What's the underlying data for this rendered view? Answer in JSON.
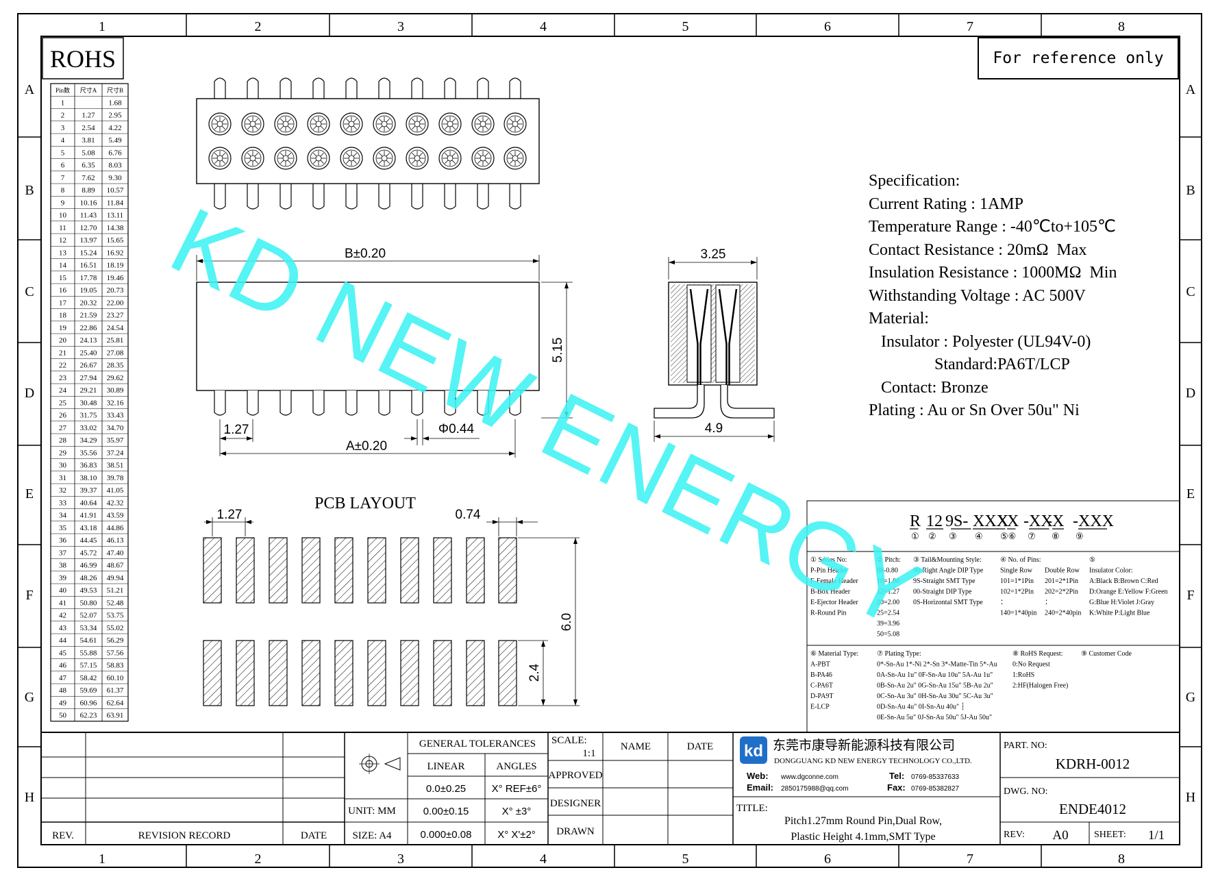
{
  "border": {
    "cols": [
      "1",
      "2",
      "3",
      "4",
      "5",
      "6",
      "7",
      "8"
    ],
    "rows": [
      "A",
      "B",
      "C",
      "D",
      "E",
      "F",
      "G",
      "H"
    ]
  },
  "rohs": "ROHS",
  "reference": "For reference only",
  "watermark": "KD NEW ENERGY",
  "pin_table": {
    "headers": [
      "Pin数",
      "尺寸A",
      "尺寸B"
    ],
    "rows": [
      [
        "1",
        "",
        "1.68"
      ],
      [
        "2",
        "1.27",
        "2.95"
      ],
      [
        "3",
        "2.54",
        "4.22"
      ],
      [
        "4",
        "3.81",
        "5.49"
      ],
      [
        "5",
        "5.08",
        "6.76"
      ],
      [
        "6",
        "6.35",
        "8.03"
      ],
      [
        "7",
        "7.62",
        "9.30"
      ],
      [
        "8",
        "8.89",
        "10.57"
      ],
      [
        "9",
        "10.16",
        "11.84"
      ],
      [
        "10",
        "11.43",
        "13.11"
      ],
      [
        "11",
        "12.70",
        "14.38"
      ],
      [
        "12",
        "13.97",
        "15.65"
      ],
      [
        "13",
        "15.24",
        "16.92"
      ],
      [
        "14",
        "16.51",
        "18.19"
      ],
      [
        "15",
        "17.78",
        "19.46"
      ],
      [
        "16",
        "19.05",
        "20.73"
      ],
      [
        "17",
        "20.32",
        "22.00"
      ],
      [
        "18",
        "21.59",
        "23.27"
      ],
      [
        "19",
        "22.86",
        "24.54"
      ],
      [
        "20",
        "24.13",
        "25.81"
      ],
      [
        "21",
        "25.40",
        "27.08"
      ],
      [
        "22",
        "26.67",
        "28.35"
      ],
      [
        "23",
        "27.94",
        "29.62"
      ],
      [
        "24",
        "29.21",
        "30.89"
      ],
      [
        "25",
        "30.48",
        "32.16"
      ],
      [
        "26",
        "31.75",
        "33.43"
      ],
      [
        "27",
        "33.02",
        "34.70"
      ],
      [
        "28",
        "34.29",
        "35.97"
      ],
      [
        "29",
        "35.56",
        "37.24"
      ],
      [
        "30",
        "36.83",
        "38.51"
      ],
      [
        "31",
        "38.10",
        "39.78"
      ],
      [
        "32",
        "39.37",
        "41.05"
      ],
      [
        "33",
        "40.64",
        "42.32"
      ],
      [
        "34",
        "41.91",
        "43.59"
      ],
      [
        "35",
        "43.18",
        "44.86"
      ],
      [
        "36",
        "44.45",
        "46.13"
      ],
      [
        "37",
        "45.72",
        "47.40"
      ],
      [
        "38",
        "46.99",
        "48.67"
      ],
      [
        "39",
        "48.26",
        "49.94"
      ],
      [
        "40",
        "49.53",
        "51.21"
      ],
      [
        "41",
        "50.80",
        "52.48"
      ],
      [
        "42",
        "52.07",
        "53.75"
      ],
      [
        "43",
        "53.34",
        "55.02"
      ],
      [
        "44",
        "54.61",
        "56.29"
      ],
      [
        "45",
        "55.88",
        "57.56"
      ],
      [
        "46",
        "57.15",
        "58.83"
      ],
      [
        "47",
        "58.42",
        "60.10"
      ],
      [
        "48",
        "59.69",
        "61.37"
      ],
      [
        "49",
        "60.96",
        "62.64"
      ],
      [
        "50",
        "62.23",
        "63.91"
      ]
    ]
  },
  "dims": {
    "b_len": "B±0.20",
    "a_len": "A±0.20",
    "pitch": "1.27",
    "dia": "Φ0.44",
    "height": "5.15",
    "side_w": "3.25",
    "side_foot": "4.9",
    "pcb_title": "PCB LAYOUT",
    "pcb_pitch": "1.27",
    "pcb_w": "0.74",
    "pcb_h": "6.0",
    "pcb_pad": "2.4"
  },
  "spec_lines": [
    "Specification:",
    "Current Rating : 1AMP",
    "Temperature Range : -40℃to+105℃",
    "Contact Resistance : 20mΩ  Max",
    "Insulation Resistance : 1000MΩ  Min",
    "Withstanding Voltage : AC 500V",
    "Material:",
    "   Insulator : Polyester (UL94V-0)",
    "                Standard:PA6T/LCP",
    "   Contact: Bronze",
    "Plating : Au or Sn Over 50u\" Ni"
  ],
  "part_code": {
    "parts": [
      "R",
      "12",
      "9S-",
      "XXX",
      "X",
      "X",
      "-XX",
      "-X",
      "-XXX"
    ],
    "nums": [
      "①",
      "②",
      "③",
      "④",
      "⑤⑥",
      "⑦",
      "⑧",
      "⑨"
    ],
    "col1": [
      "① Series No:",
      "P-Pin Header",
      "F-Female Header",
      "B-Box Header",
      "E-Ejector Header",
      "R-Round Pin"
    ],
    "col2": [
      "② Pitch:",
      "08-0.80",
      "10=1.00",
      "12=1.27",
      "20=2.00",
      "25=2.54",
      "39=3.96",
      "50=5.08"
    ],
    "col3": [
      "③ Tail&Mounting Style:",
      "90-Right Angle DIP Type",
      "9S-Straight SMT Type",
      "00-Straight DIP Type",
      "0S-Horizontal SMT Type"
    ],
    "col4a": [
      "④ No. of Pins:",
      "Single Row",
      "101=1*1Pin",
      "102=1*2Pin",
      "：",
      "140=1*40pin"
    ],
    "col4b": [
      "",
      "Double Row",
      "201=2*1Pin",
      "202=2*2Pin",
      "：",
      "240=2*40pin"
    ],
    "col5": [
      "⑤",
      "Insulator Color:",
      "A:Black  B:Brown  C:Red",
      "D:Orange E:Yellow F:Green",
      "G:Blue   H:Violet J:Gray",
      "K:White  P:Light Blue"
    ],
    "col6": [
      "⑥ Material Type:",
      "A-PBT",
      "B-PA46",
      "C-PA6T",
      "D-PA9T",
      "E-LCP"
    ],
    "col7": [
      "⑦ Plating Type:",
      "0*-Sn-Au 1*-Ni 2*-Sn 3*-Matte-Tin 5*-Au",
      "0A-Sn-Au 1u\" 0F-Sn-Au 10u\" 5A-Au 1u\"",
      "0B-Sn-Au 2u\" 0G-Sn-Au 15u\" 5B-Au 2u\"",
      "0C-Sn-Au 3u\" 0H-Sn-Au 30u\" 5C-Au 3u\"",
      "0D-Sn-Au 4u\" 0I-Sn-Au 40u\"    ┆",
      "0E-Sn-Au 5u\" 0J-Sn-Au 50u\"  5J-Au 50u\""
    ],
    "col8": [
      "⑧ RoHS Request:",
      "0:No Request",
      "1:RoHS",
      "2:HF(Halogen Free)"
    ],
    "col9": [
      "⑨ Customer Code"
    ]
  },
  "title_block": {
    "rev": "REV.",
    "revision_record": "REVISION RECORD",
    "date": "DATE",
    "general_tol": "GENERAL TOLERANCES",
    "linear": "LINEAR",
    "angles": "ANGLES",
    "tol1": "0.0±0.25",
    "tol2": "0.00±0.15",
    "tol3": "0.000±0.08",
    "ang1": "X° REF±6°",
    "ang2": "X°  ±3°",
    "ang3": "X° X'±2°",
    "unit": "UNIT: MM",
    "size": "SIZE: A4",
    "scale_lbl": "SCALE:",
    "scale": "1:1",
    "name": "NAME",
    "date2": "DATE",
    "approved": "APPROVED",
    "designer": "DESIGNER",
    "drawn": "DRAWN",
    "company_cn": "东莞市康导新能源科技有限公司",
    "company_en": "DONGGUANG KD NEW ENERGY TECHNOLOGY CO.,LTD.",
    "web_lbl": "Web:",
    "web": "www.dgconne.com",
    "tel_lbl": "Tel:",
    "tel": "0769-85337633",
    "email_lbl": "Email:",
    "email": "2850175988@qq.com",
    "fax_lbl": "Fax:",
    "fax": "0769-85382827",
    "title_lbl": "TITLE:",
    "title1": "Pitch1.27mm Round Pin,Dual Row,",
    "title2": "Plastic Height 4.1mm,SMT Type",
    "part_lbl": "PART. NO:",
    "part": "KDRH-0012",
    "dwg_lbl": "DWG. NO:",
    "dwg": "ENDE4012",
    "rev_lbl": "REV:",
    "rev_val": "A0",
    "sheet_lbl": "SHEET:",
    "sheet": "1/1"
  }
}
